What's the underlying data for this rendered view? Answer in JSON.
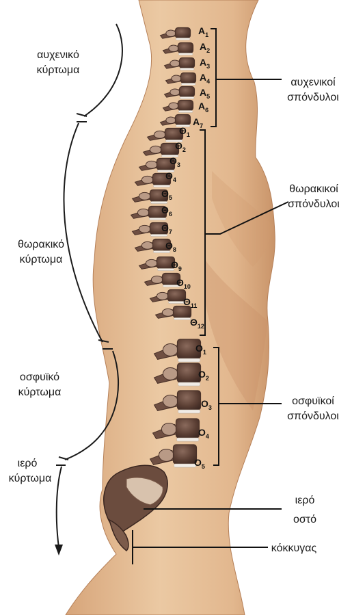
{
  "curvatures": {
    "cervical": [
      "αυχενικό",
      "κύρτωμα"
    ],
    "thoracic": [
      "θωρακικό",
      "κύρτωμα"
    ],
    "lumbar": [
      "οσφυϊκό",
      "κύρτωμα"
    ],
    "sacral": [
      "ιερό",
      "κύρτωμα"
    ]
  },
  "groups": {
    "cervical": [
      "αυχενικοί",
      "σπόνδυλοι"
    ],
    "thoracic": [
      "θωρακικοί",
      "σπόνδυλοι"
    ],
    "lumbar": [
      "οσφυϊκοί",
      "σπόνδυλοι"
    ],
    "sacrum": [
      "ιερό",
      "οστό"
    ],
    "coccyx": "κόκκυγας"
  },
  "vertebrae": {
    "cervical": [
      {
        "letter": "Α",
        "num": "1"
      },
      {
        "letter": "Α",
        "num": "2"
      },
      {
        "letter": "Α",
        "num": "3"
      },
      {
        "letter": "Α",
        "num": "4"
      },
      {
        "letter": "Α",
        "num": "5"
      },
      {
        "letter": "Α",
        "num": "6"
      },
      {
        "letter": "Α",
        "num": "7"
      }
    ],
    "thoracic": [
      {
        "letter": "Θ",
        "num": "1"
      },
      {
        "letter": "Θ",
        "num": "2"
      },
      {
        "letter": "Θ",
        "num": "3"
      },
      {
        "letter": "Θ",
        "num": "4"
      },
      {
        "letter": "Θ",
        "num": "5"
      },
      {
        "letter": "Θ",
        "num": "6"
      },
      {
        "letter": "Θ",
        "num": "7"
      },
      {
        "letter": "Θ",
        "num": "8"
      },
      {
        "letter": "Θ",
        "num": "9"
      },
      {
        "letter": "Θ",
        "num": "10"
      },
      {
        "letter": "Θ",
        "num": "11"
      },
      {
        "letter": "Θ",
        "num": "12"
      }
    ],
    "lumbar": [
      {
        "letter": "Ο",
        "num": "1"
      },
      {
        "letter": "Ο",
        "num": "2"
      },
      {
        "letter": "Ο",
        "num": "3"
      },
      {
        "letter": "Ο",
        "num": "4"
      },
      {
        "letter": "Ο",
        "num": "5"
      }
    ]
  },
  "colors": {
    "skin_light": "#e7c29b",
    "skin_dark": "#c38a61",
    "bone_dark": "#4a3229",
    "bone_mid": "#6f4f42",
    "bone_light": "#b99a86",
    "disc": "#f1ece6",
    "line": "#111111"
  }
}
